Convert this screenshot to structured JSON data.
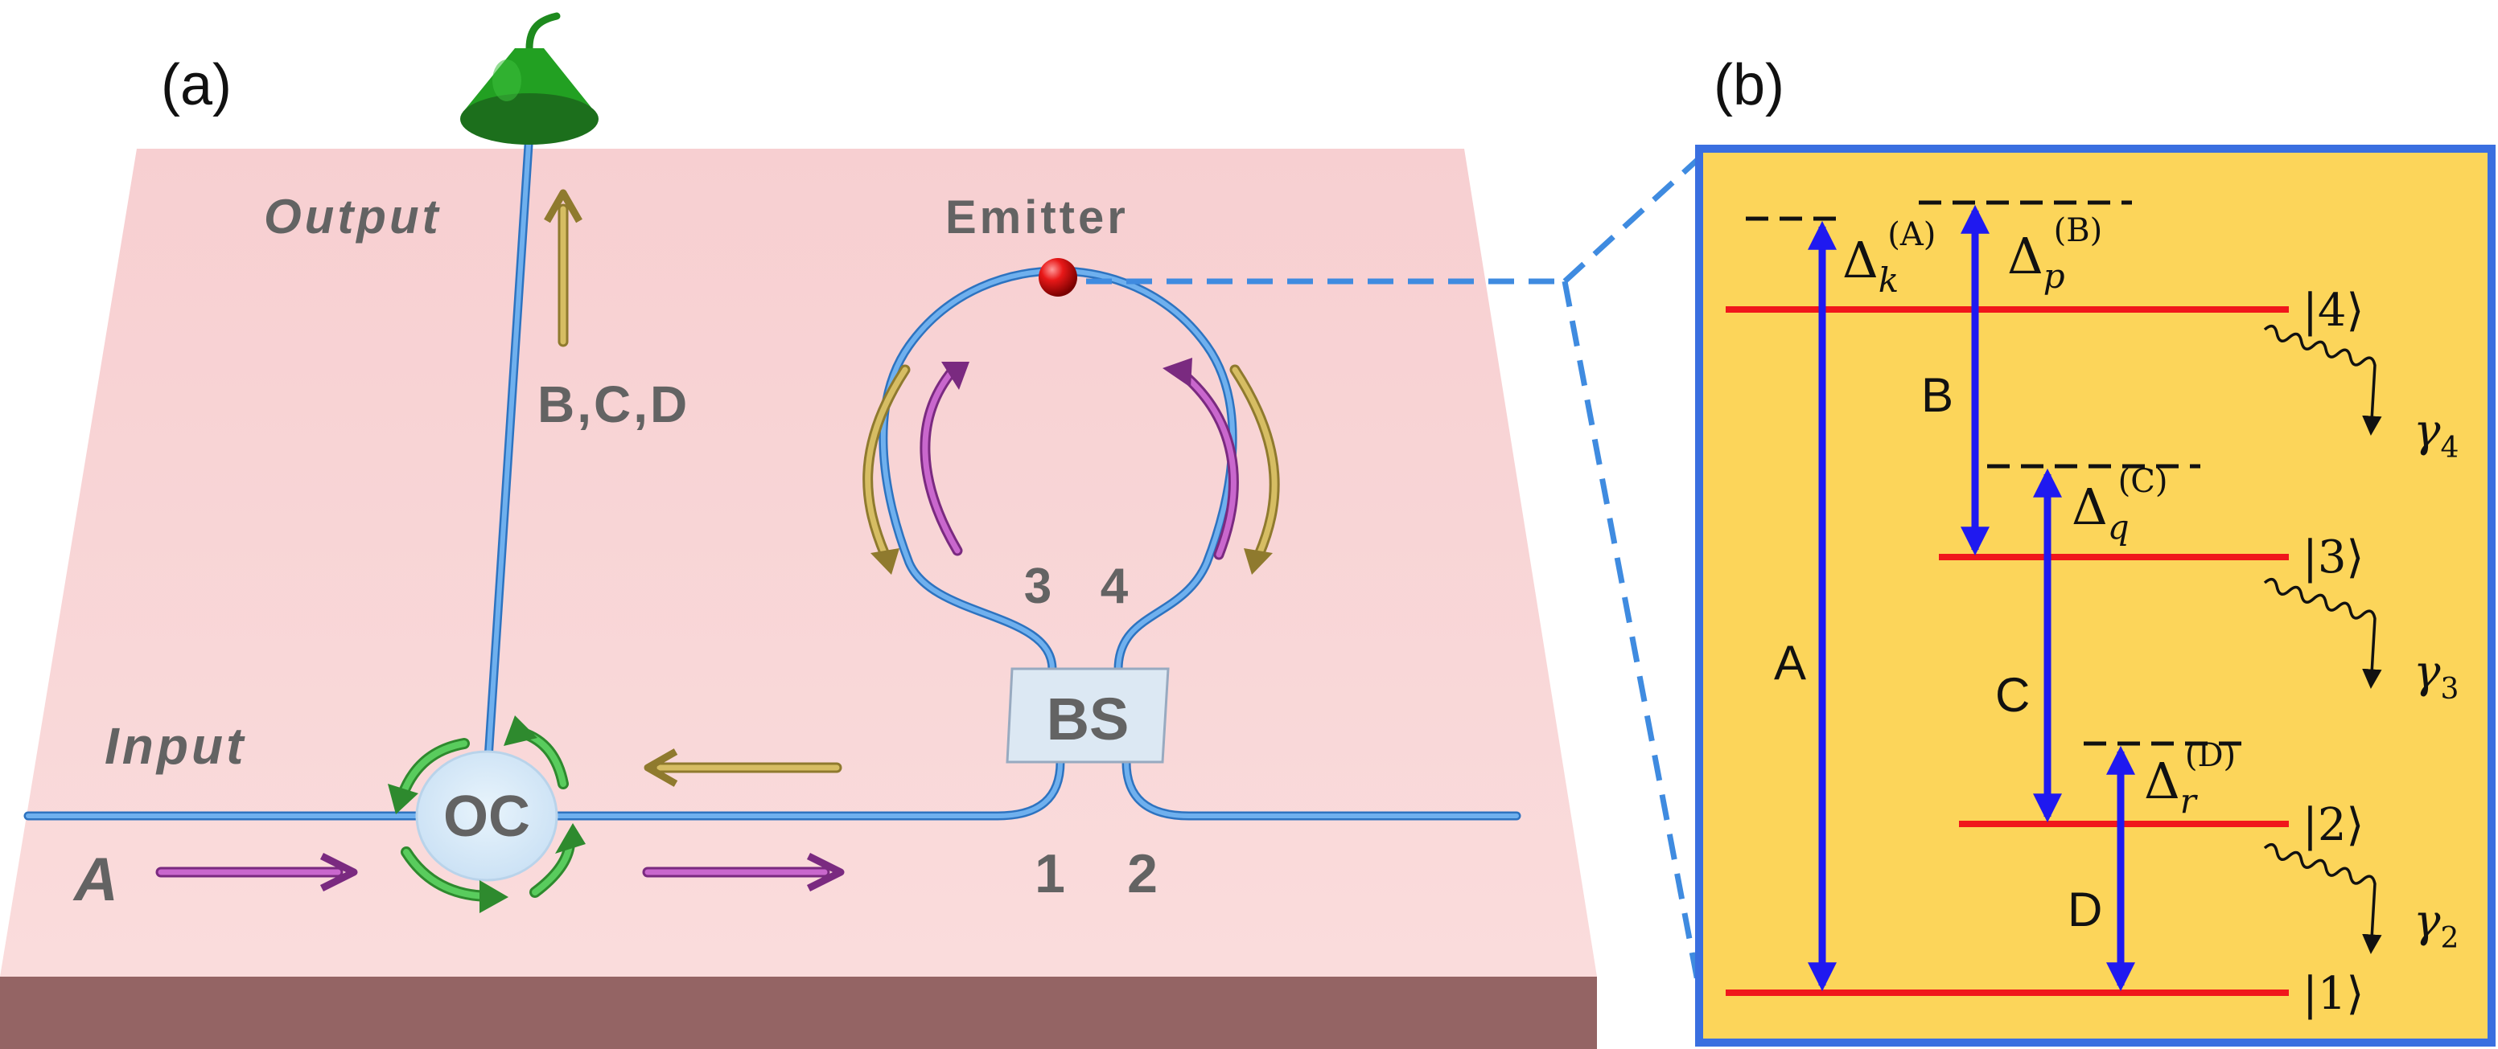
{
  "panel_a": {
    "tag": "(a)",
    "output_label": "Output",
    "input_label": "Input",
    "emitter_label": "Emitter",
    "bcd_label": "B,C,D",
    "field_a_label": "A",
    "circulator_label": "OC",
    "beam_splitter_label": "BS",
    "port_1": "1",
    "port_2": "2",
    "port_3": "3",
    "port_4": "4"
  },
  "panel_b": {
    "tag": "(b)",
    "levels": [
      {
        "state": "|4⟩",
        "decay": "γ",
        "decay_sub": "4"
      },
      {
        "state": "|3⟩",
        "decay": "γ",
        "decay_sub": "3"
      },
      {
        "state": "|2⟩",
        "decay": "γ",
        "decay_sub": "2"
      },
      {
        "state": "|1⟩"
      }
    ],
    "transitions": [
      {
        "field": "A",
        "detuning": "Δ",
        "sub": "k",
        "sup": "(A)"
      },
      {
        "field": "B",
        "detuning": "Δ",
        "sub": "p",
        "sup": "(B)"
      },
      {
        "field": "C",
        "detuning": "Δ",
        "sub": "q",
        "sup": "(C)"
      },
      {
        "field": "D",
        "detuning": "Δ",
        "sub": "r",
        "sup": "(D)"
      }
    ]
  },
  "colors": {
    "chip_top": "#f8d4d5",
    "chip_front": "#946464",
    "waveguide": "#4f9be0",
    "energy_box": "#fcd55a",
    "box_border": "#3a6fe0",
    "level_line": "#f0161b",
    "transition_arrow": "#1f19f0",
    "purple_arrow": "#b444b8",
    "gold_arrow": "#c6ab4e",
    "green_arrow": "#44b84a",
    "detector": "#1e8a1e",
    "emitter": "#e02020"
  }
}
